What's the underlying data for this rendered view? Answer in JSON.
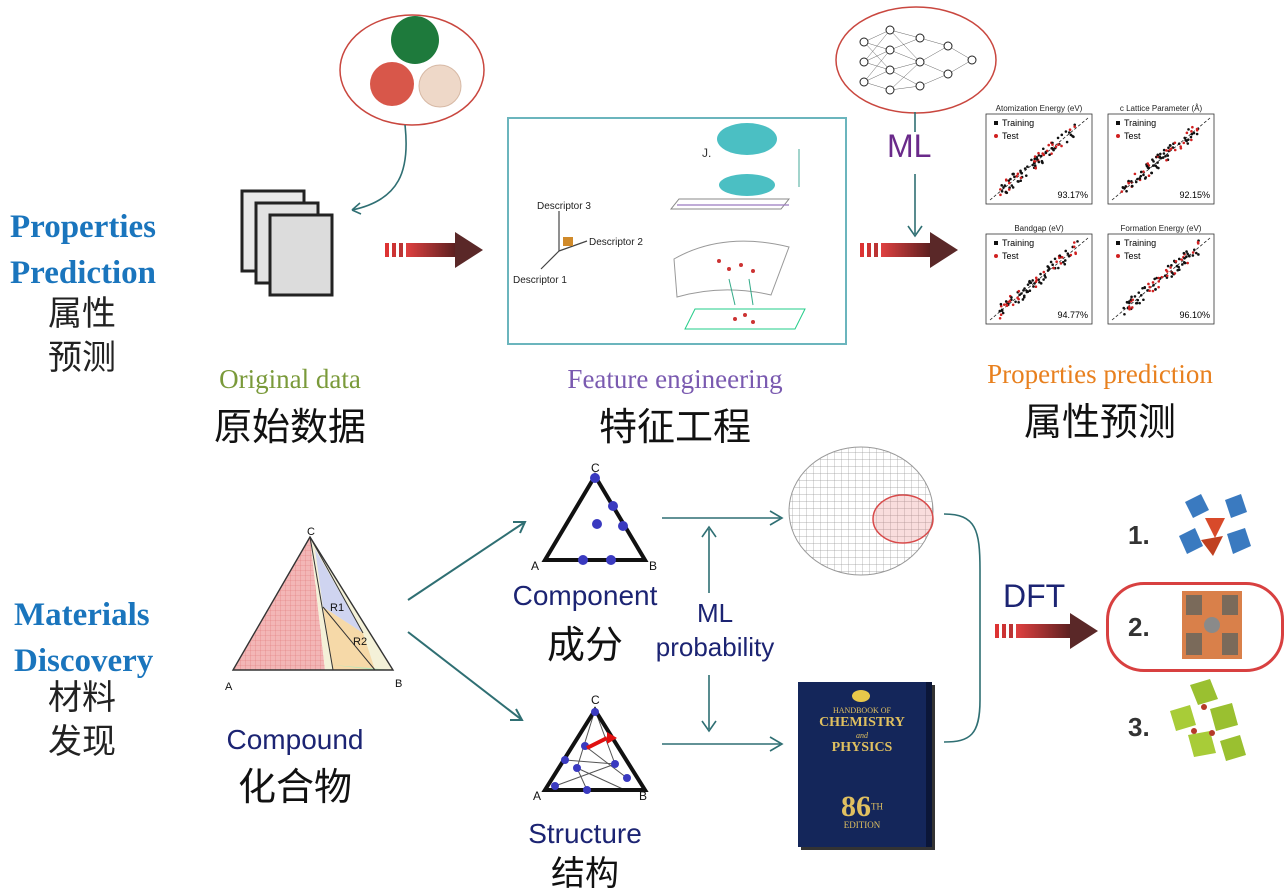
{
  "top_section": {
    "title_en_line1": "Properties",
    "title_en_line2": "Prediction",
    "title_zh_line1": "属性",
    "title_zh_line2": "预测",
    "original_data": {
      "en": "Original data",
      "zh": "原始数据"
    },
    "feature_engineering": {
      "en": "Feature engineering",
      "zh": "特征工程"
    },
    "properties_prediction": {
      "en": "Properties prediction",
      "zh": "属性预测"
    },
    "ml_label": "ML",
    "descriptors": [
      "Descriptor 3",
      "Descriptor 2",
      "Descriptor 1"
    ],
    "plots": [
      {
        "title": "Atomization Energy (eV)",
        "accuracy": "93.17%"
      },
      {
        "title": "c Lattice Parameter (Å)",
        "accuracy": "92.15%"
      },
      {
        "title": "Bandgap (eV)",
        "accuracy": "94.77%"
      },
      {
        "title": "Formation Energy (eV)",
        "accuracy": "96.10%"
      }
    ],
    "legend": {
      "training": "Training",
      "test": "Test"
    }
  },
  "bottom_section": {
    "title_en_line1": "Materials",
    "title_en_line2": "Discovery",
    "title_zh_line1": "材料",
    "title_zh_line2": "发现",
    "compound": {
      "en": "Compound",
      "zh": "化合物"
    },
    "component": {
      "en": "Component",
      "zh": "成分"
    },
    "structure": {
      "en": "Structure",
      "zh": "结构"
    },
    "ml_probability_line1": "ML",
    "ml_probability_line2": "probability",
    "dft_label": "DFT",
    "triangle_vertices": {
      "a": "A",
      "b": "B",
      "c": "C"
    },
    "regions": {
      "r1": "R1",
      "r2": "R2"
    },
    "handbook": {
      "line1": "HANDBOOK OF",
      "line2": "CHEMISTRY",
      "line3": "and",
      "line4": "PHYSICS",
      "edition": "86",
      "edition_suffix": "TH",
      "edition_word": "EDITION"
    },
    "candidates": [
      "1.",
      "2.",
      "3."
    ]
  },
  "colors": {
    "blue_title": "#1a75bd",
    "navy": "#1c2473",
    "green_caption": "#7a9a3a",
    "purple_caption": "#7a5ab0",
    "orange_caption": "#e8801e",
    "ml_purple": "#6a2a8a",
    "arrow_red": "#b22222",
    "teal_line": "#2f6f73"
  }
}
